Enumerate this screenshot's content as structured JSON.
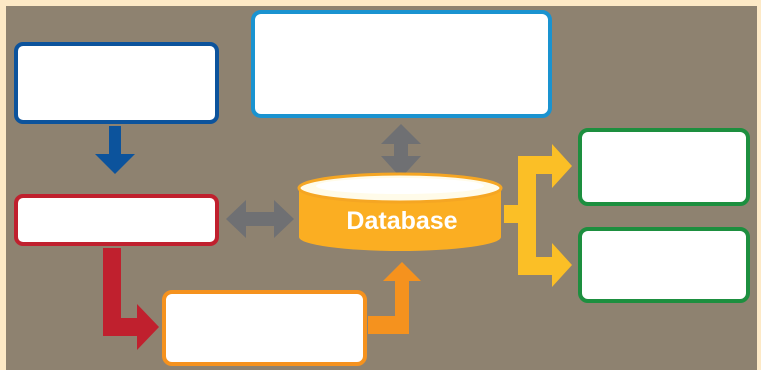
{
  "diagram": {
    "database_label": "Database",
    "colors": {
      "page_border": "#fde9c6",
      "panel": "#8e8270",
      "blue": "#0c539c",
      "light_blue": "#1a93d0",
      "red": "#c0202e",
      "orange": "#f5921e",
      "yellow": "#fbbf26",
      "green": "#1d8f3f",
      "gray_arrow": "#6f7073",
      "box_fill": "#ffffff"
    },
    "boxes": [
      {
        "id": "top-left",
        "text": ""
      },
      {
        "id": "top-center",
        "text": ""
      },
      {
        "id": "middle-left",
        "text": ""
      },
      {
        "id": "bottom-center",
        "text": ""
      },
      {
        "id": "right-top",
        "text": ""
      },
      {
        "id": "right-bottom",
        "text": ""
      }
    ]
  }
}
